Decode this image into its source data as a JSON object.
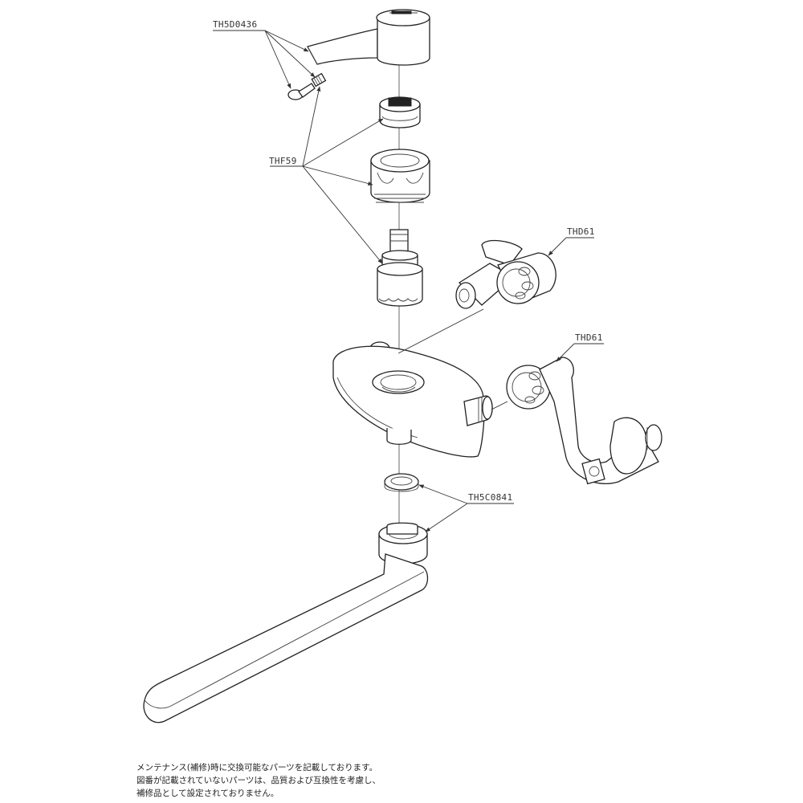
{
  "part_labels": {
    "handle_screw": "TH5D0436",
    "cartridge_set": "THF59",
    "eccentric_upper": "THD61",
    "eccentric_lower": "THD61",
    "packing": "TH5C0841"
  },
  "note_lines": [
    "メンテナンス(補修)時に交換可能なパーツを記載しております。",
    "図番が記載されていないパーツは、品質および互換性を考慮し、",
    "補修品として設定されておりません。"
  ]
}
